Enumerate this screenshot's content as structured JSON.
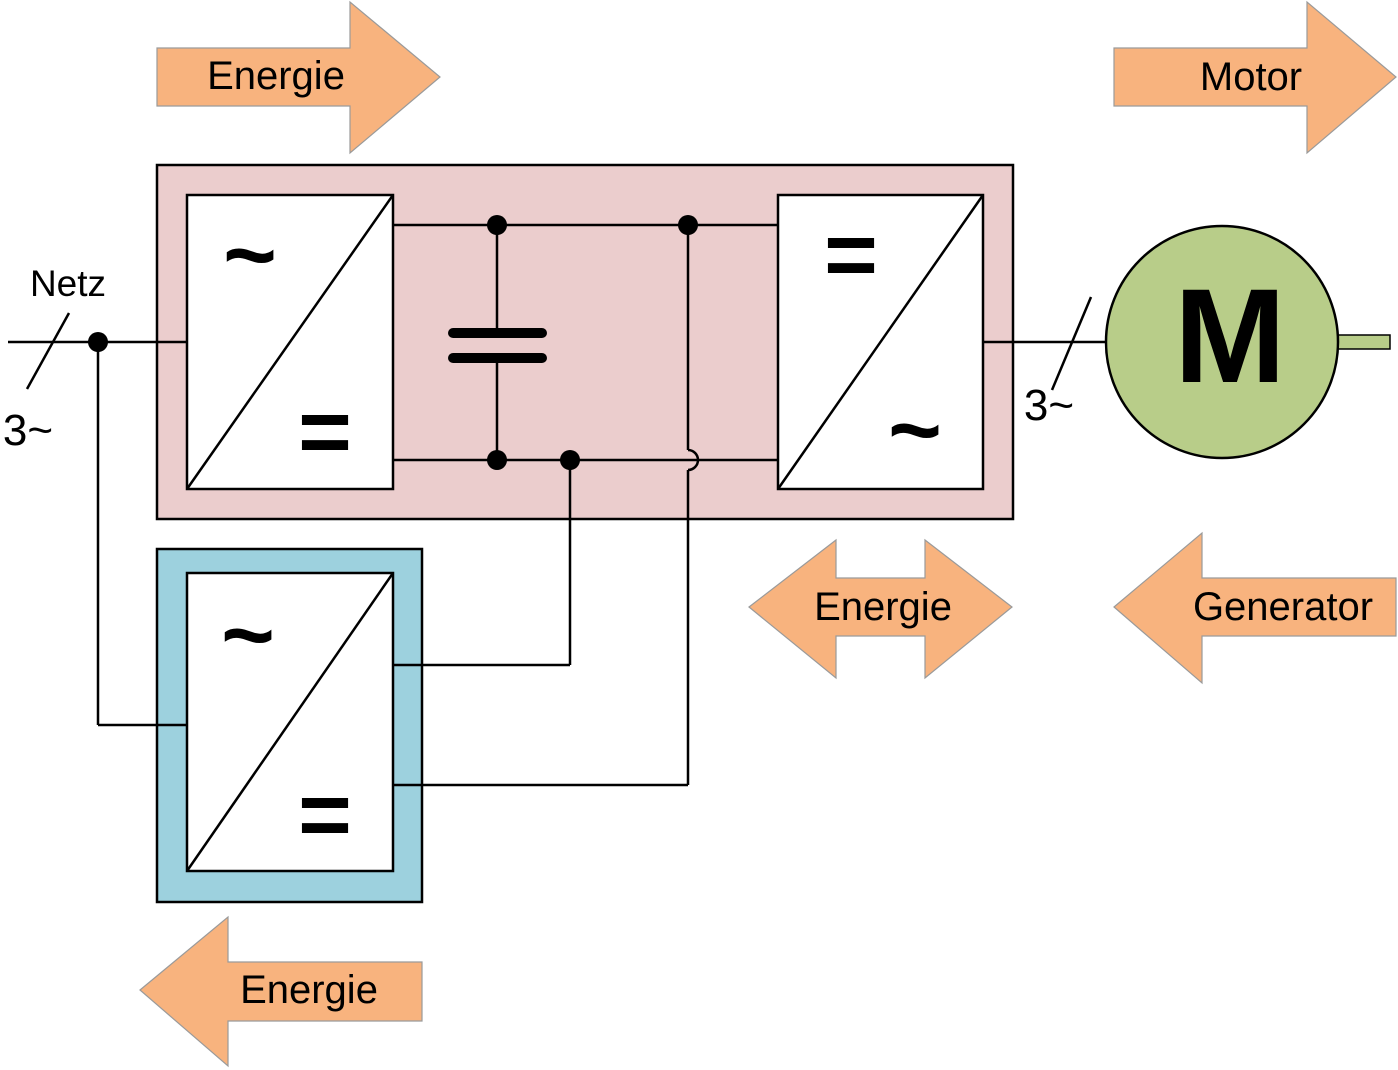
{
  "flow_arrows": {
    "grid_to_drive": "Energie",
    "motor_mode": "Motor",
    "dc_link_bidirectional": "Energie",
    "generator_mode": "Generator",
    "feedback_to_grid": "Energie"
  },
  "grid": {
    "label": "Netz",
    "phases": "3~"
  },
  "motor_side": {
    "phases": "3~"
  },
  "motor": {
    "symbol": "M"
  },
  "rectifier": {
    "ac_symbol": "~",
    "dc_symbol": "="
  },
  "inverter": {
    "dc_symbol": "=",
    "ac_symbol": "~"
  },
  "regenerative_unit": {
    "ac_symbol": "~",
    "dc_symbol": "="
  },
  "colors": {
    "arrow": "#F8B37E",
    "converter_housing": "#EBCDCD",
    "regen_housing": "#9DD1DE",
    "motor": "#B8CD89",
    "converter_block": "#FFFFFF"
  }
}
